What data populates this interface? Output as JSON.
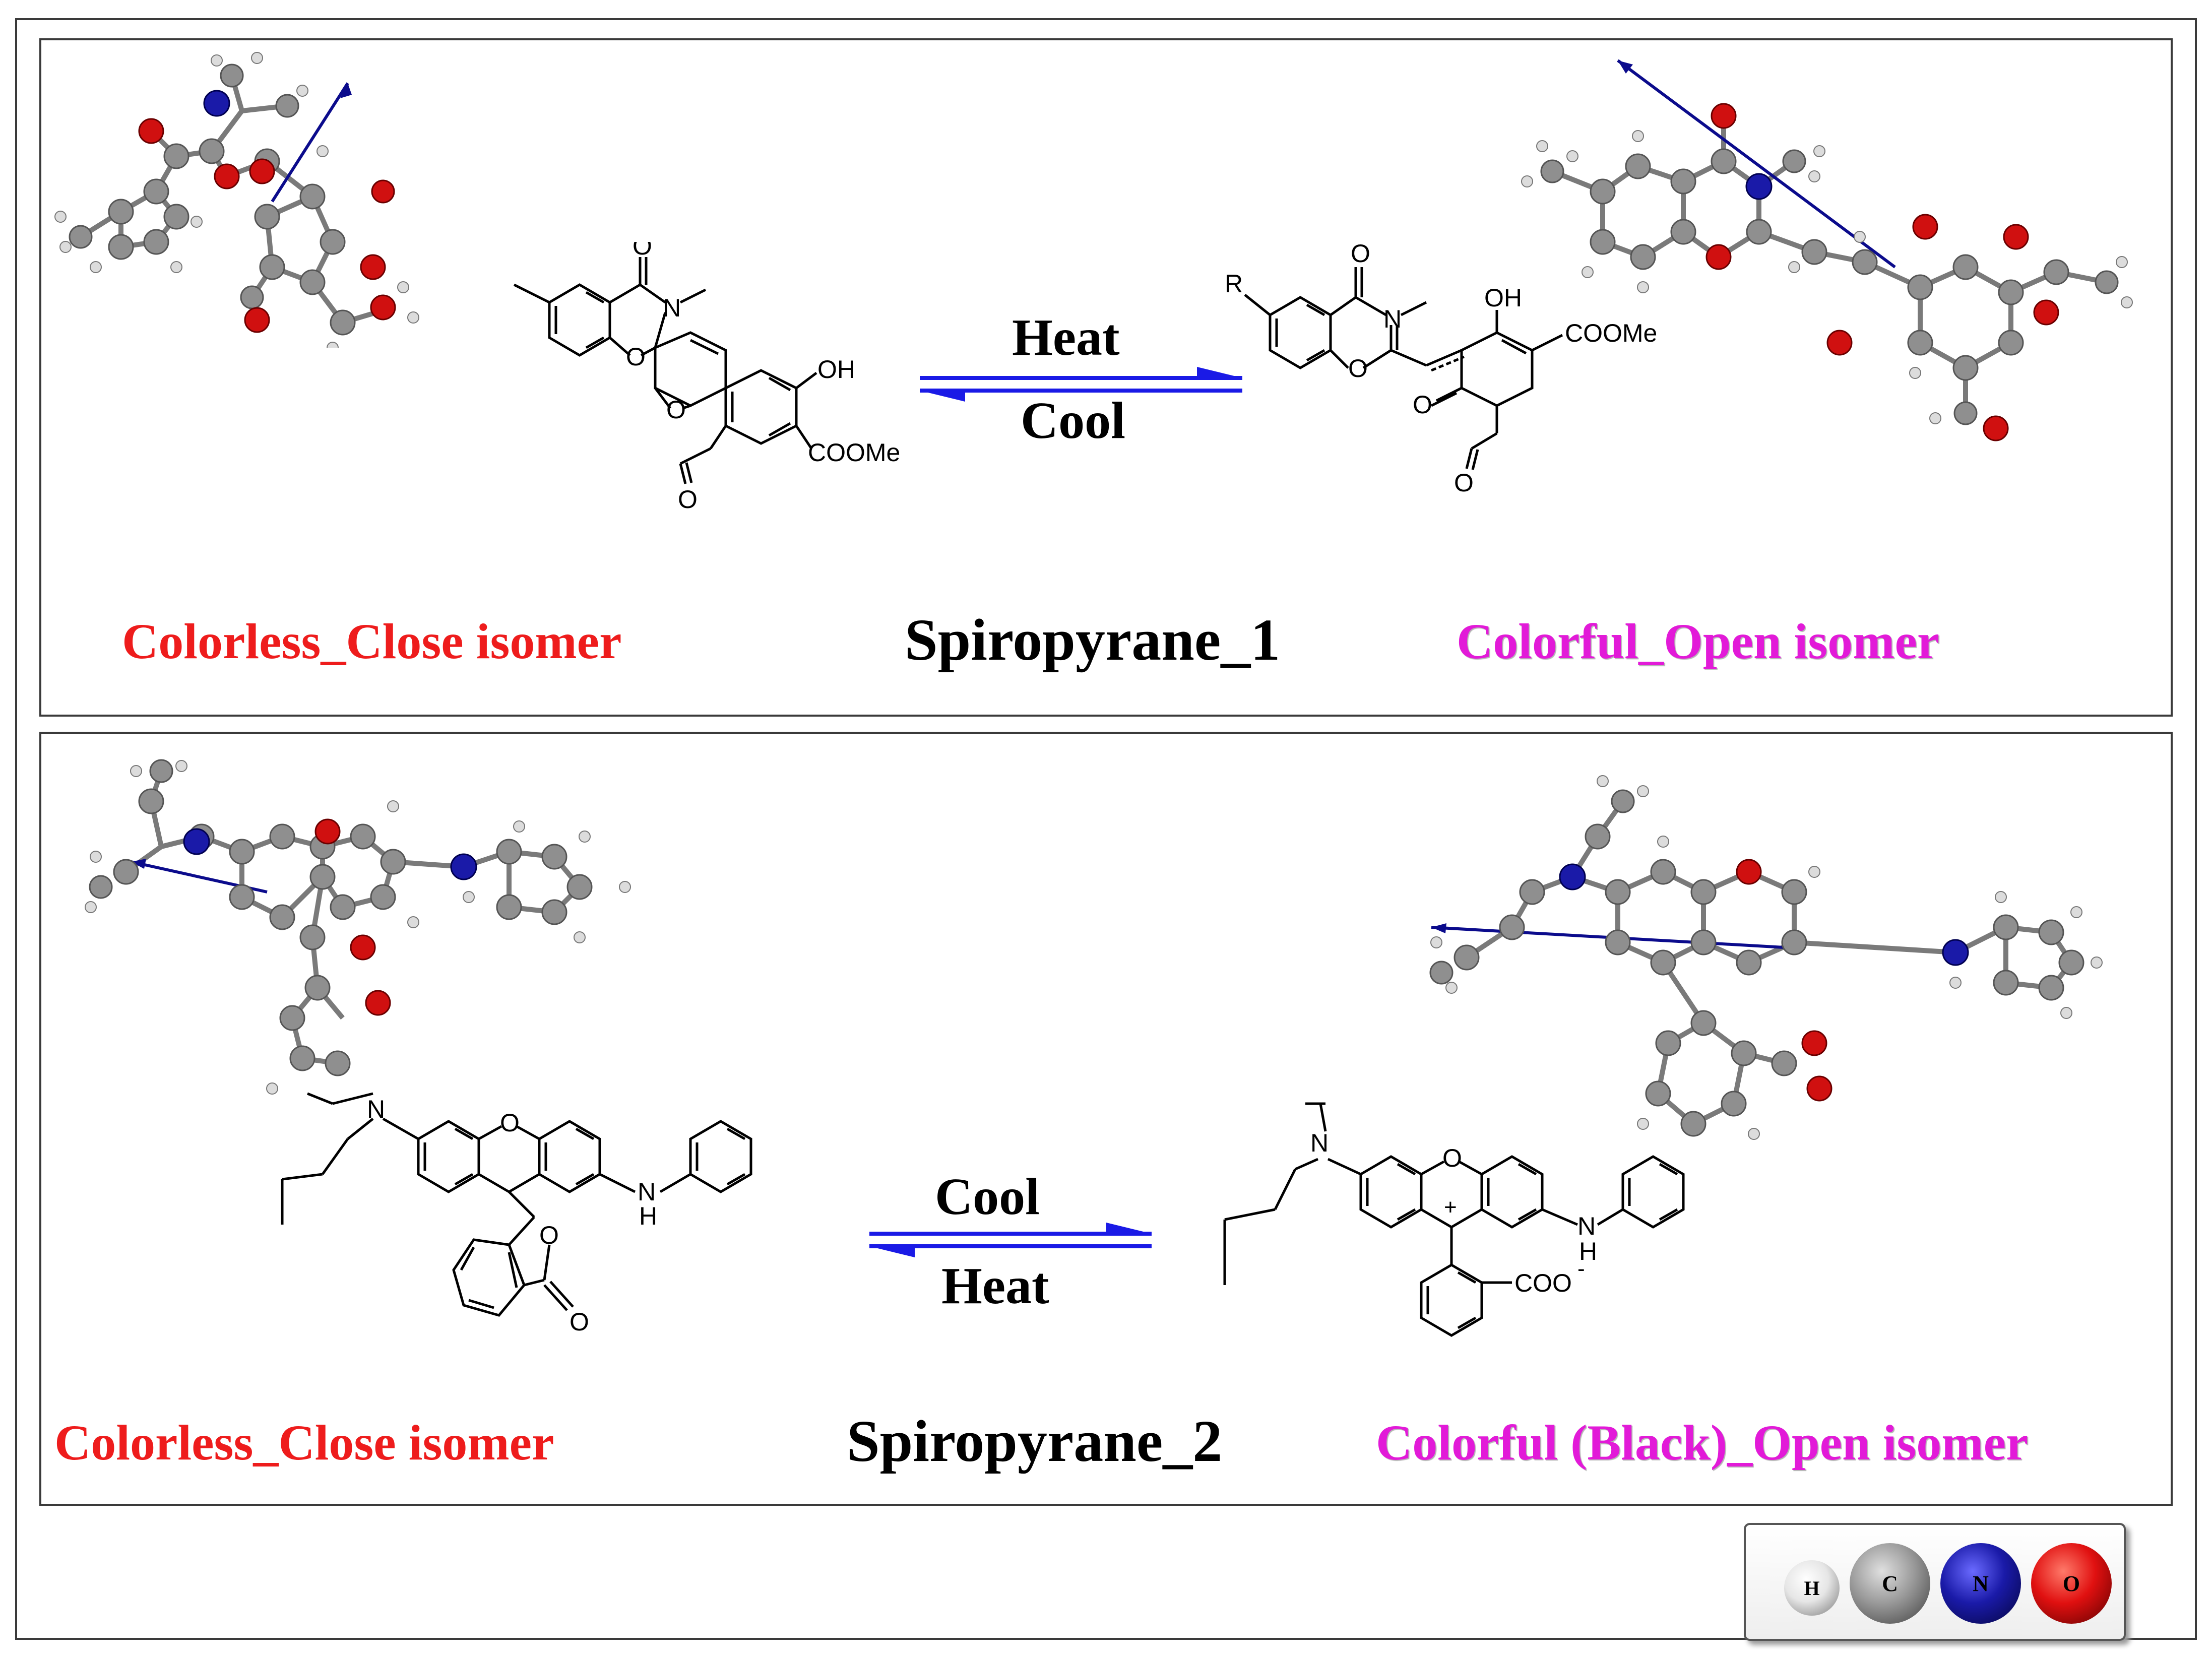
{
  "panel1": {
    "title": "Spiropyrane_1",
    "left_label": "Colorless_Close isomer",
    "right_label": "Colorful_Open isomer",
    "forward_condition": "Heat",
    "reverse_condition": "Cool",
    "close_atoms": {
      "o_ketone": "O",
      "n": "N",
      "o_ring1": "O",
      "o_ring2": "O",
      "oh": "OH",
      "coome": "COOMe",
      "o_ald": "O"
    },
    "open_atoms": {
      "r": "R",
      "o_ketone": "O",
      "n": "N",
      "o_ring": "O",
      "oh": "OH",
      "coome": "COOMe",
      "o_quinone": "O",
      "o_ald": "O"
    }
  },
  "panel2": {
    "title": "Spiropyrane_2",
    "left_label": "Colorless_Close isomer",
    "right_label": "Colorful (Black)_Open isomer",
    "forward_condition": "Cool",
    "reverse_condition": "Heat",
    "close_atoms": {
      "n": "N",
      "o_xanthene": "O",
      "nh_n": "N",
      "nh_h": "H",
      "o_lactone": "O",
      "o_carbonyl": "O"
    },
    "open_atoms": {
      "n": "N",
      "o_xanthene": "O",
      "plus": "+",
      "nh_n": "N",
      "nh_h": "H",
      "coo": "COO",
      "minus": "-"
    }
  },
  "legend": {
    "items": [
      {
        "label": "H",
        "color": "#f2f2f2"
      },
      {
        "label": "C",
        "color": "#9a9a9a"
      },
      {
        "label": "N",
        "color": "#1a1aa8"
      },
      {
        "label": "O",
        "color": "#e01010"
      }
    ]
  },
  "colors": {
    "reaction_arrow": "#1a1ae6",
    "dipole_arrow": "#0b0b8c",
    "close_label": "#ee1c1c",
    "open_label": "#e21ad8"
  }
}
